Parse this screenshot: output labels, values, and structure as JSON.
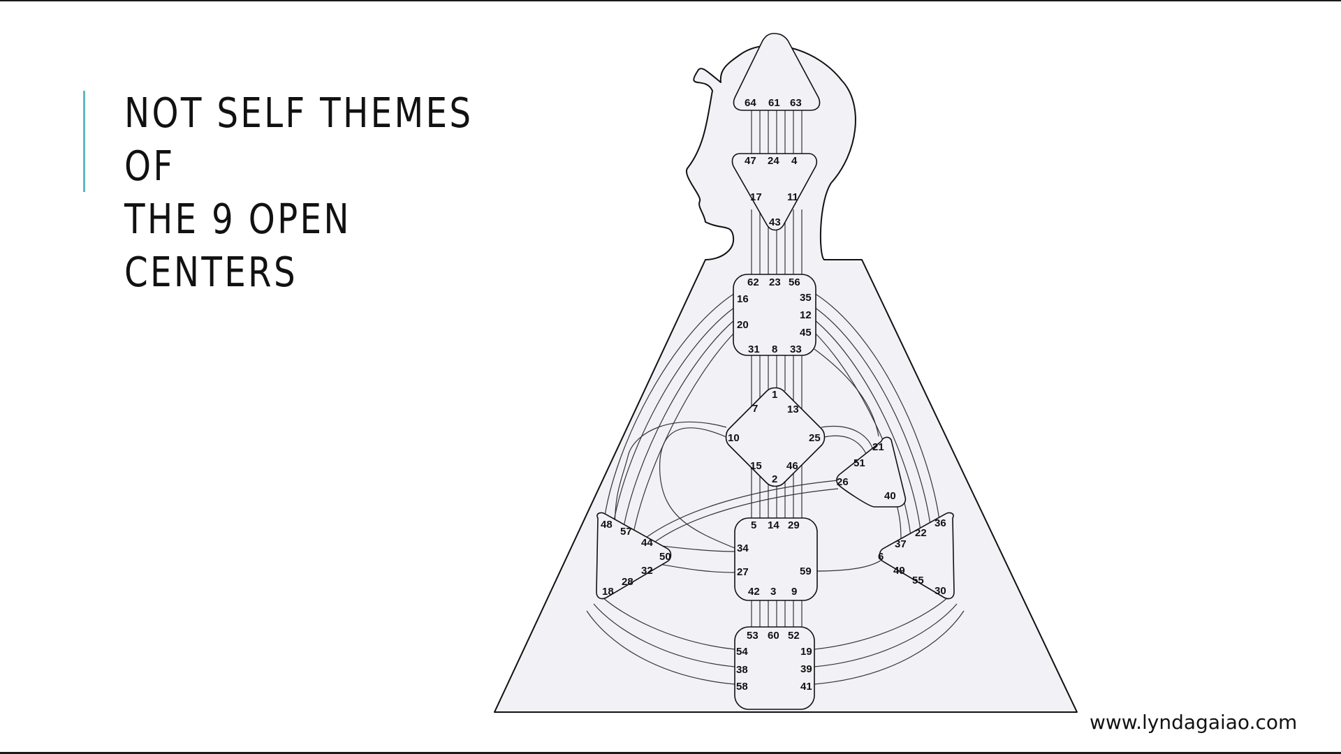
{
  "slide": {
    "title_line1": "NOT SELF THEMES OF",
    "title_line2": "THE 9 OPEN CENTERS",
    "website": "www.lyndagaiao.com"
  },
  "colors": {
    "accent": "#5fb8c0",
    "body_fill": "#f2f1f6",
    "outline": "#111111"
  },
  "centers": {
    "head": {
      "gates": [
        "64",
        "61",
        "63"
      ]
    },
    "ajna": {
      "gates": [
        "47",
        "24",
        "4",
        "17",
        "11",
        "43"
      ]
    },
    "throat": {
      "gates": [
        "62",
        "23",
        "56",
        "16",
        "35",
        "12",
        "20",
        "45",
        "31",
        "8",
        "33"
      ]
    },
    "g_center": {
      "gates": [
        "1",
        "7",
        "13",
        "10",
        "25",
        "15",
        "46",
        "2"
      ]
    },
    "heart": {
      "gates": [
        "21",
        "51",
        "26",
        "40"
      ]
    },
    "sacral": {
      "gates": [
        "5",
        "14",
        "29",
        "34",
        "27",
        "59",
        "42",
        "3",
        "9"
      ]
    },
    "spleen": {
      "gates": [
        "48",
        "57",
        "44",
        "50",
        "32",
        "28",
        "18"
      ]
    },
    "solar_plexus": {
      "gates": [
        "36",
        "22",
        "37",
        "6",
        "49",
        "55",
        "30"
      ]
    },
    "root": {
      "gates": [
        "53",
        "60",
        "52",
        "54",
        "19",
        "38",
        "39",
        "58",
        "41"
      ]
    }
  }
}
